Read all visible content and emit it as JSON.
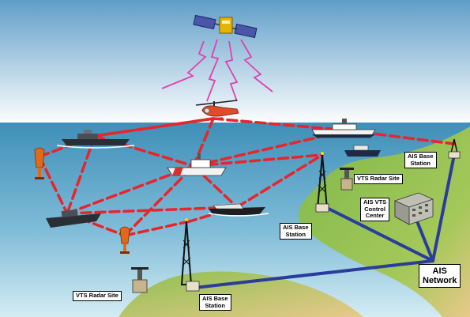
{
  "labels": {
    "vts_radar_site_bottom": "VTS Radar Site",
    "ais_base_station_bottom": "AIS Base\nStation",
    "ais_base_station_mid": "AIS Base\nStation",
    "vts_radar_site_right": "VTS Radar Site",
    "ais_vts_control_center": "AIS VTS\nControl\nCenter",
    "ais_base_station_top_right": "AIS Base\nStation",
    "ais_network": "AIS\nNetwork"
  },
  "colors": {
    "sky_top": "#5f9ec8",
    "sky_bottom": "#ffffff",
    "sea_top": "#3f8fb8",
    "sea_bottom": "#c8e4ef",
    "land_green": "#7fb84a",
    "land_tan": "#e8c98a",
    "dashed_link": "#e8242c",
    "network_link": "#2a3c9c",
    "satellite_signal": "#e040b0"
  },
  "icons": [
    "satellite-icon",
    "helicopter-icon",
    "ship-icon",
    "buoy-icon",
    "radio-tower-icon",
    "radar-site-icon",
    "control-center-building-icon"
  ]
}
